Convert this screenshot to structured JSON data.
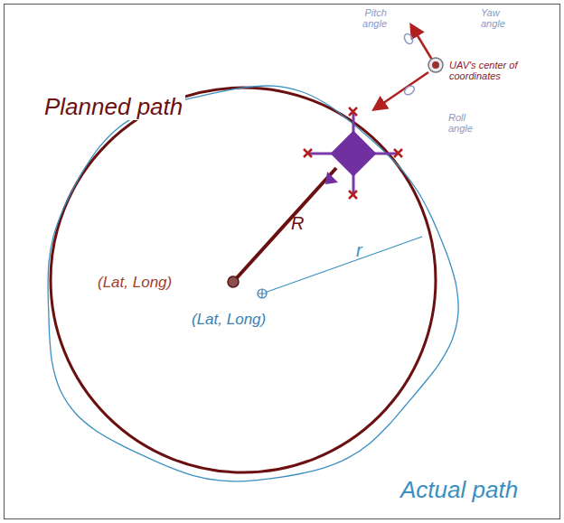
{
  "diagram": {
    "labels": [
      "Planned path",
      "Actual path",
      "R",
      "r",
      "(Lat, Long)",
      "(Lat, Long)",
      "UAV's center of coordinates",
      "Pitch angle",
      "Yaw angle",
      "Roll angle"
    ]
  }
}
